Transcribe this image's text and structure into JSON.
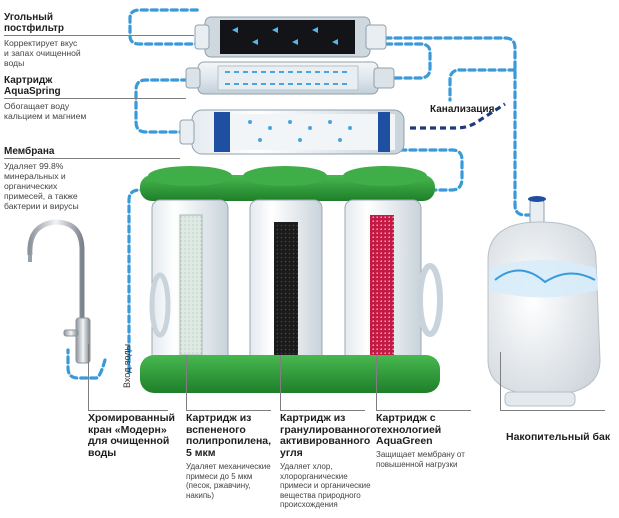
{
  "labels": {
    "carbon_postfilter": {
      "title": "Угольный постфильтр",
      "desc": "Корректирует вкус и запах очищенной воды"
    },
    "aquaspring": {
      "title": "Картридж AquaSpring",
      "desc": "Обогащает воду кальцием и магнием"
    },
    "drain": "Канализация",
    "membrane": {
      "title": "Мембрана",
      "desc": "Удаляет 99.8% минеральных и органических примесей, а также бактерии и вирусы"
    },
    "water_inlet": "Вход воды",
    "faucet": "Хромированный кран «Модерн» для очищенной воды",
    "cart1": {
      "title": "Картридж из вспененого полипропилена, 5 мкм",
      "desc": "Удаляет механические примеси до 5 мкм (песок, ржавчину, накипь)"
    },
    "cart2": {
      "title": "Картридж из гранулированного активированного угля",
      "desc": "Удаляет хлор, хлорорганические примеси и органические вещества природного происхождения"
    },
    "cart3": {
      "title": "Картридж с технологией AquaGreen",
      "desc": "Защищает мембрану от повышенной нагрузки"
    },
    "tank": "Накопительный бак"
  },
  "colors": {
    "flow": "#3a9ad9",
    "drain_flow": "#1f3a7a",
    "housing_green": "#2e9a3a",
    "membrane_blue": "#1f4fa0",
    "carbon": "#1b1b1b",
    "aquagreen": "#b8143a"
  }
}
